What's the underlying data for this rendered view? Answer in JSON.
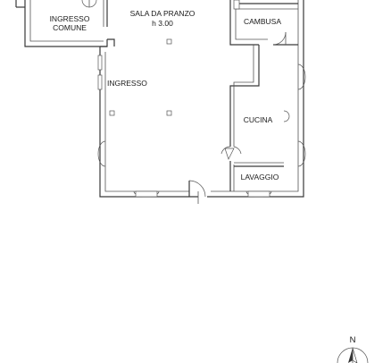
{
  "rooms": {
    "ingresso_comune_line1": "INGRESSO",
    "ingresso_comune_line2": "COMUNE",
    "sala_da_pranzo": "SALA DA PRANZO",
    "sala_height": "h 3.00",
    "cambusa": "CAMBUSA",
    "ingresso": "INGRESSO",
    "cucina": "CUCINA",
    "lavaggio": "LAVAGGIO"
  },
  "compass": {
    "north_label": "N",
    "icon": "north-arrow-icon"
  },
  "colors": {
    "wall": "#3a3a3a",
    "background": "#ffffff"
  }
}
